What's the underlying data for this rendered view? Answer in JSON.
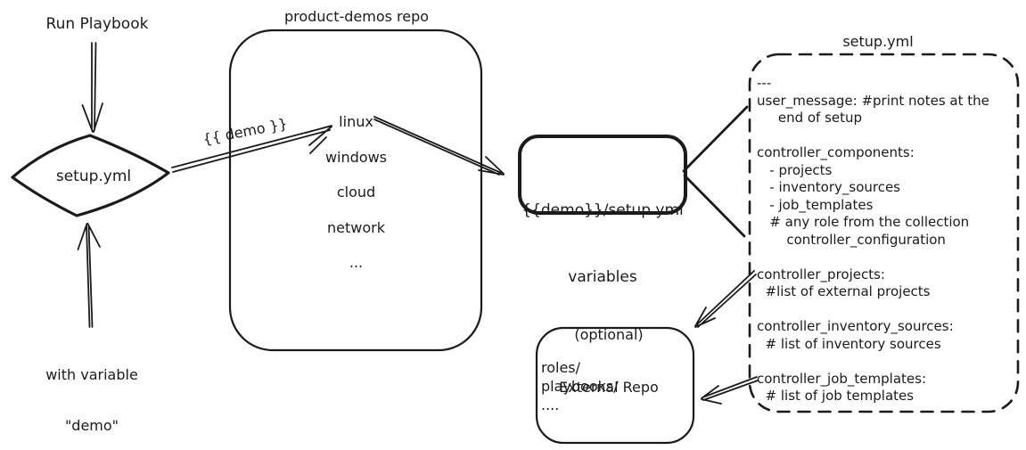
{
  "colors": {
    "ink": "#1b1b1b",
    "background": "#ffffff"
  },
  "left_flow": {
    "run_playbook_label": "Run Playbook",
    "diamond_label": "setup.yml",
    "with_variable_line1": "with variable",
    "with_variable_line2": "\"demo\""
  },
  "repo": {
    "title": "product-demos repo",
    "items": [
      "linux",
      "windows",
      "cloud",
      "network",
      "..."
    ],
    "arrow_label": "{{ demo }}"
  },
  "variables_box": {
    "line1": "{{demo}}/setup.yml",
    "line2": "variables"
  },
  "setup_yml": {
    "title": "setup.yml",
    "lines": [
      "---",
      "user_message: #print notes at the",
      "     end of setup",
      "",
      "controller_components:",
      "   - projects",
      "   - inventory_sources",
      "   - job_templates",
      "   # any role from the collection",
      "       controller_configuration",
      "",
      "controller_projects:",
      "  #list of external projects",
      "",
      "controller_inventory_sources:",
      "  # list of inventory sources",
      "",
      "controller_job_templates:",
      "  # list of job templates"
    ]
  },
  "external_repo": {
    "label_line1": "(optional)",
    "label_line2": "External Repo",
    "items": [
      "roles/",
      "playbooks/",
      "...."
    ]
  }
}
